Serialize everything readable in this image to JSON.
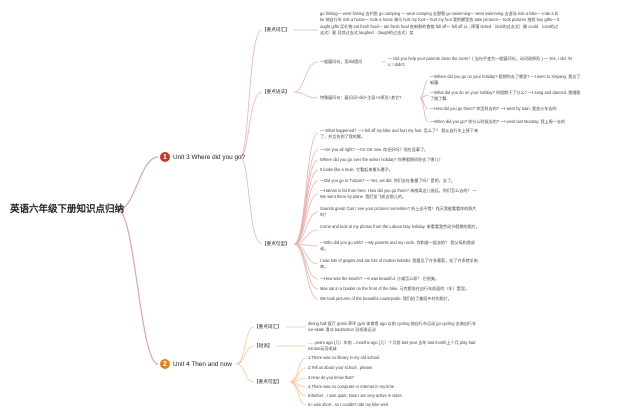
{
  "root": {
    "title": "英语六年级下册知识点归纳"
  },
  "colors": {
    "unit1": "#c0392b",
    "unit2": "#e67e22",
    "wire1": "#e8b4b0",
    "wire2": "#f4c79a",
    "gray": "#cccccc"
  },
  "unit1": {
    "num": "1",
    "label": "Unit 3 Where did you go?",
    "sections": {
      "phrase": {
        "tag": "【重点词汇】",
        "text": "go fishing— went fishing 去钓鱼 go camping — went camping 去野营 go swimming— went swimming 去游泳 ride a bike— rode a bike 骑自行车 ride a horse— rode a horse 骑马 hurt my foot— hurt my foot 我的脚受伤 take pictures— took pictures 拍照 buy gifts— bought gifts 买礼物 eat fresh food— ate fresh food 吃新鲜的食物 fall off— fell off 从...摔落 ticked （tick的过去式）踢 could （can的过去式）能 及其过去式 laughed （laugh的过去式）笑"
      },
      "grammar": {
        "tag": "【重点语法】",
        "sub1": {
          "label": "一般疑问句，用did提问",
          "text": "— Did you help your parents clean the room？( 当句子变为一般疑问句，动词改原形 ) — Yes, I did. /No, I didn't."
        },
        "sub2": {
          "label": "特殊疑问句：疑问词+did+主语+V原形+其它?",
          "items": [
            "—Where did you go on your holiday? 假期你去了哪里? —I went to Xinjiang. 我去了新疆.",
            "—What did you do on your holiday? 你假期干了什么? —I sang and danced. 我唱歌了跳了舞.",
            "—How did you go there? 你怎样去的? —I went by train. 我坐火车去的.",
            "—When did you go? 你什么时候去的? —I went last Monday. 我上周一去的"
          ]
        }
      },
      "sentences": {
        "tag": "【重点句型】",
        "items": [
          "— What happened？—I fell off my bike and hurt my foot. 怎么了？ 我从自行车上摔下来了，并且伤到了我的脚。",
          "—Are you all right? —I'm OK now. 你还好吗？现在没事了。",
          "Where did you go over the winter holiday? 你寒假期间你去了哪儿？",
          "It looks like a mule. 它看起来像头骡子。",
          "—Did you go to Turpan? — Yes, we did. 你们去吐鲁番了吗？是的，去了。",
          "—Hainan is far from here. How did you go there? 海南离这儿很远，你们怎么去的？ —We went there by plane. 我们坐飞机去那儿的。",
          "Sounds great! Can I see your pictures sometime? 听上去不错！找天我能看看你的照片吗？",
          "Come and look at my photos from the Labour Day holiday. 来看看我劳动节假期的照片。",
          "—Who did you go with? —My parents and my uncle. 你和谁一起去的？ 我父母和我叔叔。",
          "I saw lots of grapes and ate lots of mutton kebabs. 我看见了许多葡萄，吃了许多烤羊肉串。",
          "—How was the beach? —It was beautiful. 沙滩怎么样？ 它很美。",
          "Max sat in a basket on the front of the bike. 马克斯坐在自行车前面的（车）筐里。",
          "We took pictures of the beautiful countryside. 我们拍了美丽乡村的照片。"
        ]
      }
    }
  },
  "unit2": {
    "num": "2",
    "label": "Unit 4 Then and now",
    "sections": {
      "phrase": {
        "tag": "【重点词汇】",
        "text": "dining hall 饭厅 grass 草坪 gym 体育馆 ago 以前 cycling 骑自行车运动 go cycling 去骑自行车 ice-skate 滑冰 badminton 羽毛球运动"
      },
      "grammar": {
        "tag": "【短语】",
        "text": "......years ago (几）年前 ...months ago (几）个月前 last year 去年 last month上个月 play badminton玩羽毛球"
      },
      "sentences": {
        "tag": "【重点句型】",
        "items": [
          "1.There was no library in my old school.",
          "2.Tell us about your school , please.",
          "3.How do you know that?",
          "4.There was no computer or Internet in my time .",
          "5.Before , I was quiet. Now I am very active in class.",
          "6.I was short , so I couldn't ride my bike well."
        ]
      }
    }
  }
}
